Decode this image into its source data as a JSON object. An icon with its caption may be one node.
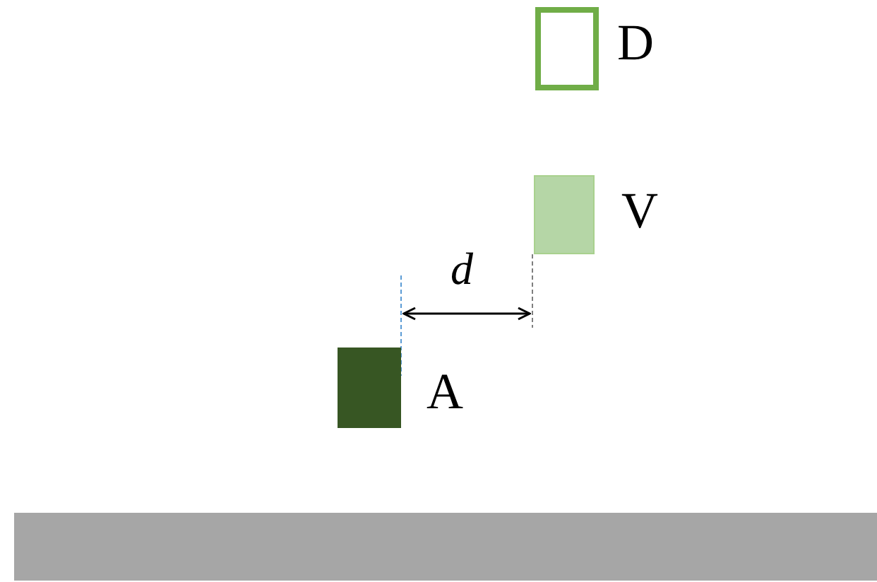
{
  "diagram": {
    "nodes": [
      {
        "text": [],
        "shape": "box",
        "beside": [
          "D"
        ]
      },
      {
        "text": [],
        "shape": "box",
        "beside": [
          "V"
        ]
      },
      {
        "text": [],
        "shape": "box",
        "beside": [
          "A"
        ]
      }
    ],
    "labels": [
      "d"
    ]
  }
}
